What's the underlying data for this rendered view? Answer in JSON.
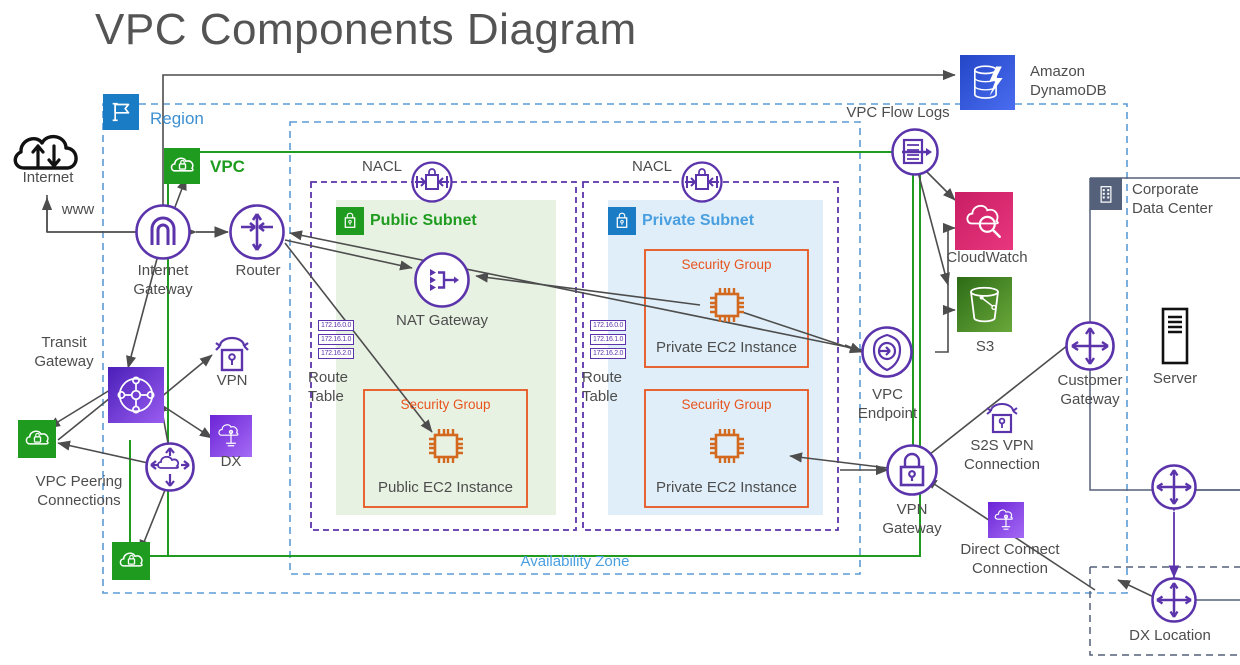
{
  "title": "VPC Components Diagram",
  "colors": {
    "region_blue": "#3d8fd1",
    "vpc_green": "#1f9c1f",
    "aws_purple": "#5b34ab",
    "security_group_red": "#e8541f",
    "dynamodb_blue": "#2e4bd0",
    "cloudwatch_pink": "#d6246e",
    "s3_green": "#3f8624",
    "az_blue": "#4a9fe0",
    "datacenter_slate": "#55607a",
    "text_gray": "#4d4d4d"
  },
  "zones": {
    "region": "Region",
    "vpc": "VPC",
    "availability_zone": "Availability Zone",
    "public_subnet": "Public Subnet",
    "private_subnet": "Private Subnet",
    "nacl_public": "NACL",
    "nacl_private": "NACL",
    "corporate_data_center": "Corporate\nData Center",
    "dx_location": "DX Location"
  },
  "route_tables": {
    "label": "Route\nTable",
    "public_cidrs": [
      "172.16.0.0",
      "172.16.1.0",
      "172.16.2.0"
    ],
    "private_cidrs": [
      "172.16.0.0",
      "172.16.1.0",
      "172.16.2.0"
    ]
  },
  "security_groups": {
    "public": "Security Group",
    "private_top": "Security Group",
    "private_bottom": "Security Group"
  },
  "nodes": {
    "internet": "Internet",
    "www": "www",
    "internet_gateway": "Internet\nGateway",
    "router": "Router",
    "transit_gateway": "Transit\nGateway",
    "vpn": "VPN",
    "dx": "DX",
    "vpc_peering": "VPC Peering\nConnections",
    "nat_gateway": "NAT Gateway",
    "public_ec2": "Public EC2 Instance",
    "private_ec2_top": "Private EC2 Instance",
    "private_ec2_bottom": "Private EC2 Instance",
    "vpc_flow_logs": "VPC Flow Logs",
    "dynamodb": "Amazon\nDynamoDB",
    "cloudwatch": "CloudWatch",
    "s3": "S3",
    "vpc_endpoint": "VPC\nEndpoint",
    "vpn_gateway": "VPN\nGateway",
    "s2s_vpn": "S2S VPN\nConnection",
    "direct_connect": "Direct Connect\nConnection",
    "customer_gateway": "Customer\nGateway",
    "server": "Server",
    "dx_location_label": "DX Location"
  },
  "icon_names": [
    "internet-cloud-icon",
    "region-flag-icon",
    "vpc-cloud-lock-icon",
    "internet-gateway-icon",
    "router-icon",
    "transit-gateway-icon",
    "vpn-lock-icon",
    "direct-connect-icon",
    "vpc-peering-cloud-icon",
    "nacl-icon",
    "public-subnet-lock-icon",
    "private-subnet-lock-icon",
    "nat-gateway-icon",
    "ec2-chip-icon",
    "flow-logs-icon",
    "dynamodb-icon",
    "cloudwatch-icon",
    "s3-bucket-icon",
    "vpc-endpoint-icon",
    "vpn-gateway-lock-icon",
    "customer-gateway-icon",
    "server-icon",
    "datacenter-building-icon",
    "dx-router-icon"
  ]
}
